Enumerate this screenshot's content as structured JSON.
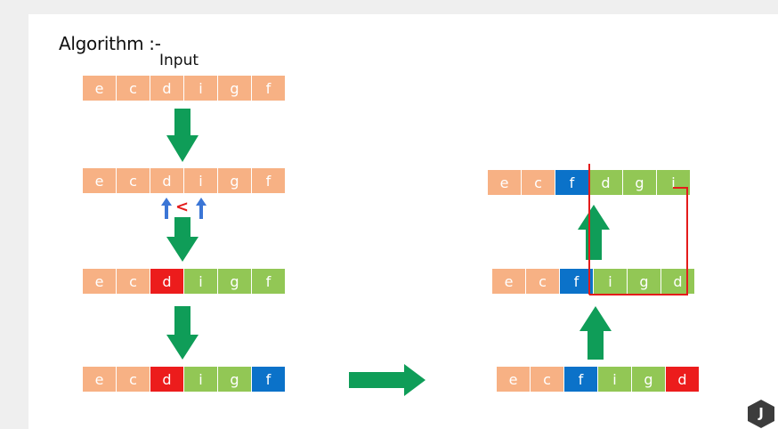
{
  "title": "Algorithm :-",
  "input_label": "Input",
  "less_than": "<",
  "logo_letter": "J",
  "colors": {
    "peach": "#f7b184",
    "red": "#ec1c1c",
    "green": "#92c755",
    "blue": "#0b72c9",
    "arrow_green": "#0f9d58",
    "arrow_blue": "#3b76d6",
    "highlight_red": "#e41b1b"
  },
  "rows": [
    {
      "name": "row-input",
      "cells": [
        {
          "letter": "e",
          "color": "peach"
        },
        {
          "letter": "c",
          "color": "peach"
        },
        {
          "letter": "d",
          "color": "peach"
        },
        {
          "letter": "i",
          "color": "peach"
        },
        {
          "letter": "g",
          "color": "peach"
        },
        {
          "letter": "f",
          "color": "peach"
        }
      ]
    },
    {
      "name": "row-compare",
      "cells": [
        {
          "letter": "e",
          "color": "peach"
        },
        {
          "letter": "c",
          "color": "peach"
        },
        {
          "letter": "d",
          "color": "peach"
        },
        {
          "letter": "i",
          "color": "peach"
        },
        {
          "letter": "g",
          "color": "peach"
        },
        {
          "letter": "f",
          "color": "peach"
        }
      ]
    },
    {
      "name": "row-pivot",
      "cells": [
        {
          "letter": "e",
          "color": "peach"
        },
        {
          "letter": "c",
          "color": "peach"
        },
        {
          "letter": "d",
          "color": "red"
        },
        {
          "letter": "i",
          "color": "green"
        },
        {
          "letter": "g",
          "color": "green"
        },
        {
          "letter": "f",
          "color": "green"
        }
      ]
    },
    {
      "name": "row-successor",
      "cells": [
        {
          "letter": "e",
          "color": "peach"
        },
        {
          "letter": "c",
          "color": "peach"
        },
        {
          "letter": "d",
          "color": "red"
        },
        {
          "letter": "i",
          "color": "green"
        },
        {
          "letter": "g",
          "color": "green"
        },
        {
          "letter": "f",
          "color": "blue"
        }
      ]
    },
    {
      "name": "row-swapped",
      "cells": [
        {
          "letter": "e",
          "color": "peach"
        },
        {
          "letter": "c",
          "color": "peach"
        },
        {
          "letter": "f",
          "color": "blue"
        },
        {
          "letter": "i",
          "color": "green"
        },
        {
          "letter": "g",
          "color": "green"
        },
        {
          "letter": "d",
          "color": "red"
        }
      ]
    },
    {
      "name": "row-suffix",
      "cells": [
        {
          "letter": "e",
          "color": "peach"
        },
        {
          "letter": "c",
          "color": "peach"
        },
        {
          "letter": "f",
          "color": "blue"
        },
        {
          "letter": "i",
          "color": "green"
        },
        {
          "letter": "g",
          "color": "green"
        },
        {
          "letter": "d",
          "color": "green"
        }
      ]
    },
    {
      "name": "row-result",
      "cells": [
        {
          "letter": "e",
          "color": "peach"
        },
        {
          "letter": "c",
          "color": "peach"
        },
        {
          "letter": "f",
          "color": "blue"
        },
        {
          "letter": "d",
          "color": "green"
        },
        {
          "letter": "g",
          "color": "green"
        },
        {
          "letter": "i",
          "color": "green"
        }
      ]
    }
  ]
}
